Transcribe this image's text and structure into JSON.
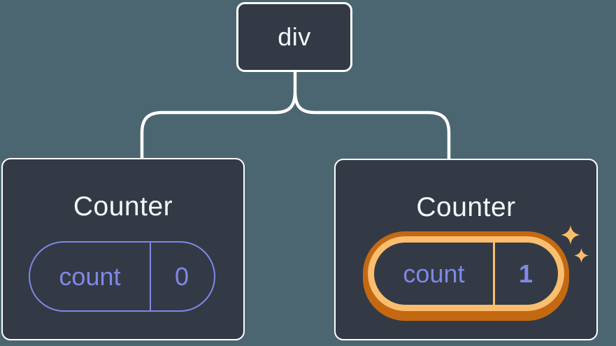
{
  "tree": {
    "root": {
      "label": "div"
    },
    "counters": [
      {
        "title": "Counter",
        "state_key": "count",
        "state_value": "0",
        "highlighted": false
      },
      {
        "title": "Counter",
        "state_key": "count",
        "state_value": "1",
        "highlighted": true
      }
    ]
  },
  "icons": {
    "highlight": "sparkle-icon"
  },
  "colors": {
    "background": "#4b6670",
    "node_fill": "#333a46",
    "node_border": "#ffffff",
    "title_text": "#f6f7f9",
    "connector_line": "#ffffff",
    "state_accent_purple": "#7f87e6",
    "highlight_orange_light": "#fabe6e",
    "highlight_orange_dark": "#c46912",
    "sparkle_orange": "#f9bd69"
  }
}
